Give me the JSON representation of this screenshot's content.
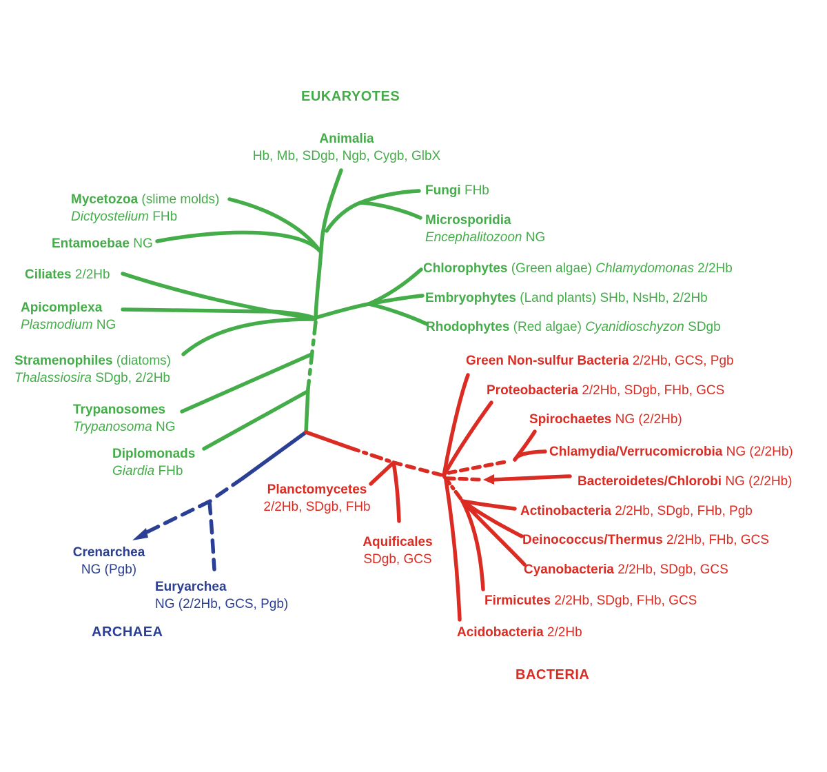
{
  "titles": {
    "eukaryotes": "EUKARYOTES",
    "archaea": "ARCHAEA",
    "bacteria": "BACTERIA"
  },
  "colors": {
    "eukaryote_green": "#44ad49",
    "archaea_blue": "#2b4094",
    "bacteria_red": "#da2c23"
  },
  "taxa": {
    "animalia": {
      "group": "eukaryote",
      "lines": [
        [
          {
            "t": "Animalia",
            "s": "b"
          }
        ],
        [
          {
            "t": "Hb, Mb, SDgb, Ngb, Cygb, GlbX",
            "s": "r"
          }
        ]
      ]
    },
    "fungi": {
      "group": "eukaryote",
      "lines": [
        [
          {
            "t": "Fungi",
            "s": "b"
          },
          {
            "t": " FHb",
            "s": "r"
          }
        ]
      ]
    },
    "microsporidia": {
      "group": "eukaryote",
      "lines": [
        [
          {
            "t": "Microsporidia",
            "s": "b"
          }
        ],
        [
          {
            "t": "Encephalitozoon",
            "s": "i"
          },
          {
            "t": " NG",
            "s": "r"
          }
        ]
      ]
    },
    "mycetozoa": {
      "group": "eukaryote",
      "lines": [
        [
          {
            "t": "Mycetozoa",
            "s": "b"
          },
          {
            "t": " (slime molds)",
            "s": "r"
          }
        ],
        [
          {
            "t": "Dictyostelium",
            "s": "i"
          },
          {
            "t": " FHb",
            "s": "r"
          }
        ]
      ]
    },
    "entamoebae": {
      "group": "eukaryote",
      "lines": [
        [
          {
            "t": "Entamoebae",
            "s": "b"
          },
          {
            "t": " NG",
            "s": "r"
          }
        ]
      ]
    },
    "ciliates": {
      "group": "eukaryote",
      "lines": [
        [
          {
            "t": "Ciliates",
            "s": "b"
          },
          {
            "t": " 2/2Hb",
            "s": "r"
          }
        ]
      ]
    },
    "apicomplexa": {
      "group": "eukaryote",
      "lines": [
        [
          {
            "t": "Apicomplexa",
            "s": "b"
          }
        ],
        [
          {
            "t": "Plasmodium",
            "s": "i"
          },
          {
            "t": " NG",
            "s": "r"
          }
        ]
      ]
    },
    "chlorophytes": {
      "group": "eukaryote",
      "lines": [
        [
          {
            "t": "Chlorophytes",
            "s": "b"
          },
          {
            "t": " (Green algae) ",
            "s": "r"
          },
          {
            "t": "Chlamydomonas",
            "s": "i"
          },
          {
            "t": " 2/2Hb",
            "s": "r"
          }
        ]
      ]
    },
    "embryophytes": {
      "group": "eukaryote",
      "lines": [
        [
          {
            "t": "Embryophytes",
            "s": "b"
          },
          {
            "t": " (Land plants) SHb, NsHb, 2/2Hb",
            "s": "r"
          }
        ]
      ]
    },
    "rhodophytes": {
      "group": "eukaryote",
      "lines": [
        [
          {
            "t": "Rhodophytes",
            "s": "b"
          },
          {
            "t": " (Red algae) ",
            "s": "r"
          },
          {
            "t": "Cyanidioschyzon",
            "s": "i"
          },
          {
            "t": " SDgb",
            "s": "r"
          }
        ]
      ]
    },
    "stramenophiles": {
      "group": "eukaryote",
      "lines": [
        [
          {
            "t": "Stramenophiles",
            "s": "b"
          },
          {
            "t": " (diatoms)",
            "s": "r"
          }
        ],
        [
          {
            "t": "Thalassiosira",
            "s": "i"
          },
          {
            "t": " SDgb, 2/2Hb",
            "s": "r"
          }
        ]
      ]
    },
    "trypanosomes": {
      "group": "eukaryote",
      "lines": [
        [
          {
            "t": "Trypanosomes",
            "s": "b"
          }
        ],
        [
          {
            "t": "Trypanosoma",
            "s": "i"
          },
          {
            "t": " NG",
            "s": "r"
          }
        ]
      ]
    },
    "diplomonads": {
      "group": "eukaryote",
      "lines": [
        [
          {
            "t": "Diplomonads",
            "s": "b"
          }
        ],
        [
          {
            "t": "Giardia",
            "s": "i"
          },
          {
            "t": " FHb",
            "s": "r"
          }
        ]
      ]
    },
    "crenarchea": {
      "group": "archaea",
      "lines": [
        [
          {
            "t": "Crenarchea",
            "s": "b"
          }
        ],
        [
          {
            "t": "NG (Pgb)",
            "s": "r"
          }
        ]
      ]
    },
    "euryarchea": {
      "group": "archaea",
      "lines": [
        [
          {
            "t": "Euryarchea",
            "s": "b"
          }
        ],
        [
          {
            "t": "NG (2/2Hb, GCS, Pgb)",
            "s": "r"
          }
        ]
      ]
    },
    "green_nonsulfur": {
      "group": "bacteria",
      "lines": [
        [
          {
            "t": "Green Non-sulfur Bacteria",
            "s": "b"
          },
          {
            "t": " 2/2Hb, GCS, Pgb",
            "s": "r"
          }
        ]
      ]
    },
    "proteobacteria": {
      "group": "bacteria",
      "lines": [
        [
          {
            "t": "Proteobacteria",
            "s": "b"
          },
          {
            "t": " 2/2Hb, SDgb, FHb, GCS",
            "s": "r"
          }
        ]
      ]
    },
    "spirochaetes": {
      "group": "bacteria",
      "lines": [
        [
          {
            "t": "Spirochaetes",
            "s": "b"
          },
          {
            "t": " NG (2/2Hb)",
            "s": "r"
          }
        ]
      ]
    },
    "chlamydia": {
      "group": "bacteria",
      "lines": [
        [
          {
            "t": "Chlamydia/Verrucomicrobia",
            "s": "b"
          },
          {
            "t": " NG (2/2Hb)",
            "s": "r"
          }
        ]
      ]
    },
    "bacteroidetes": {
      "group": "bacteria",
      "lines": [
        [
          {
            "t": "Bacteroidetes/Chlorobi",
            "s": "b"
          },
          {
            "t": " NG (2/2Hb)",
            "s": "r"
          }
        ]
      ]
    },
    "actinobacteria": {
      "group": "bacteria",
      "lines": [
        [
          {
            "t": "Actinobacteria",
            "s": "b"
          },
          {
            "t": " 2/2Hb, SDgb, FHb, Pgb",
            "s": "r"
          }
        ]
      ]
    },
    "deinococcus": {
      "group": "bacteria",
      "lines": [
        [
          {
            "t": "Deinococcus/Thermus",
            "s": "b"
          },
          {
            "t": " 2/2Hb, FHb, GCS",
            "s": "r"
          }
        ]
      ]
    },
    "cyanobacteria": {
      "group": "bacteria",
      "lines": [
        [
          {
            "t": "Cyanobacteria",
            "s": "b"
          },
          {
            "t": " 2/2Hb, SDgb, GCS",
            "s": "r"
          }
        ]
      ]
    },
    "firmicutes": {
      "group": "bacteria",
      "lines": [
        [
          {
            "t": "Firmicutes",
            "s": "b"
          },
          {
            "t": " 2/2Hb, SDgb, FHb, GCS",
            "s": "r"
          }
        ]
      ]
    },
    "acidobacteria": {
      "group": "bacteria",
      "lines": [
        [
          {
            "t": "Acidobacteria",
            "s": "b"
          },
          {
            "t": " 2/2Hb",
            "s": "r"
          }
        ]
      ]
    },
    "planctomycetes": {
      "group": "bacteria",
      "lines": [
        [
          {
            "t": "Planctomycetes",
            "s": "b"
          }
        ],
        [
          {
            "t": "2/2Hb, SDgb, FHb",
            "s": "r"
          }
        ]
      ]
    },
    "aquificales": {
      "group": "bacteria",
      "lines": [
        [
          {
            "t": "Aquificales",
            "s": "b"
          }
        ],
        [
          {
            "t": "SDgb, GCS",
            "s": "r"
          }
        ]
      ]
    }
  }
}
